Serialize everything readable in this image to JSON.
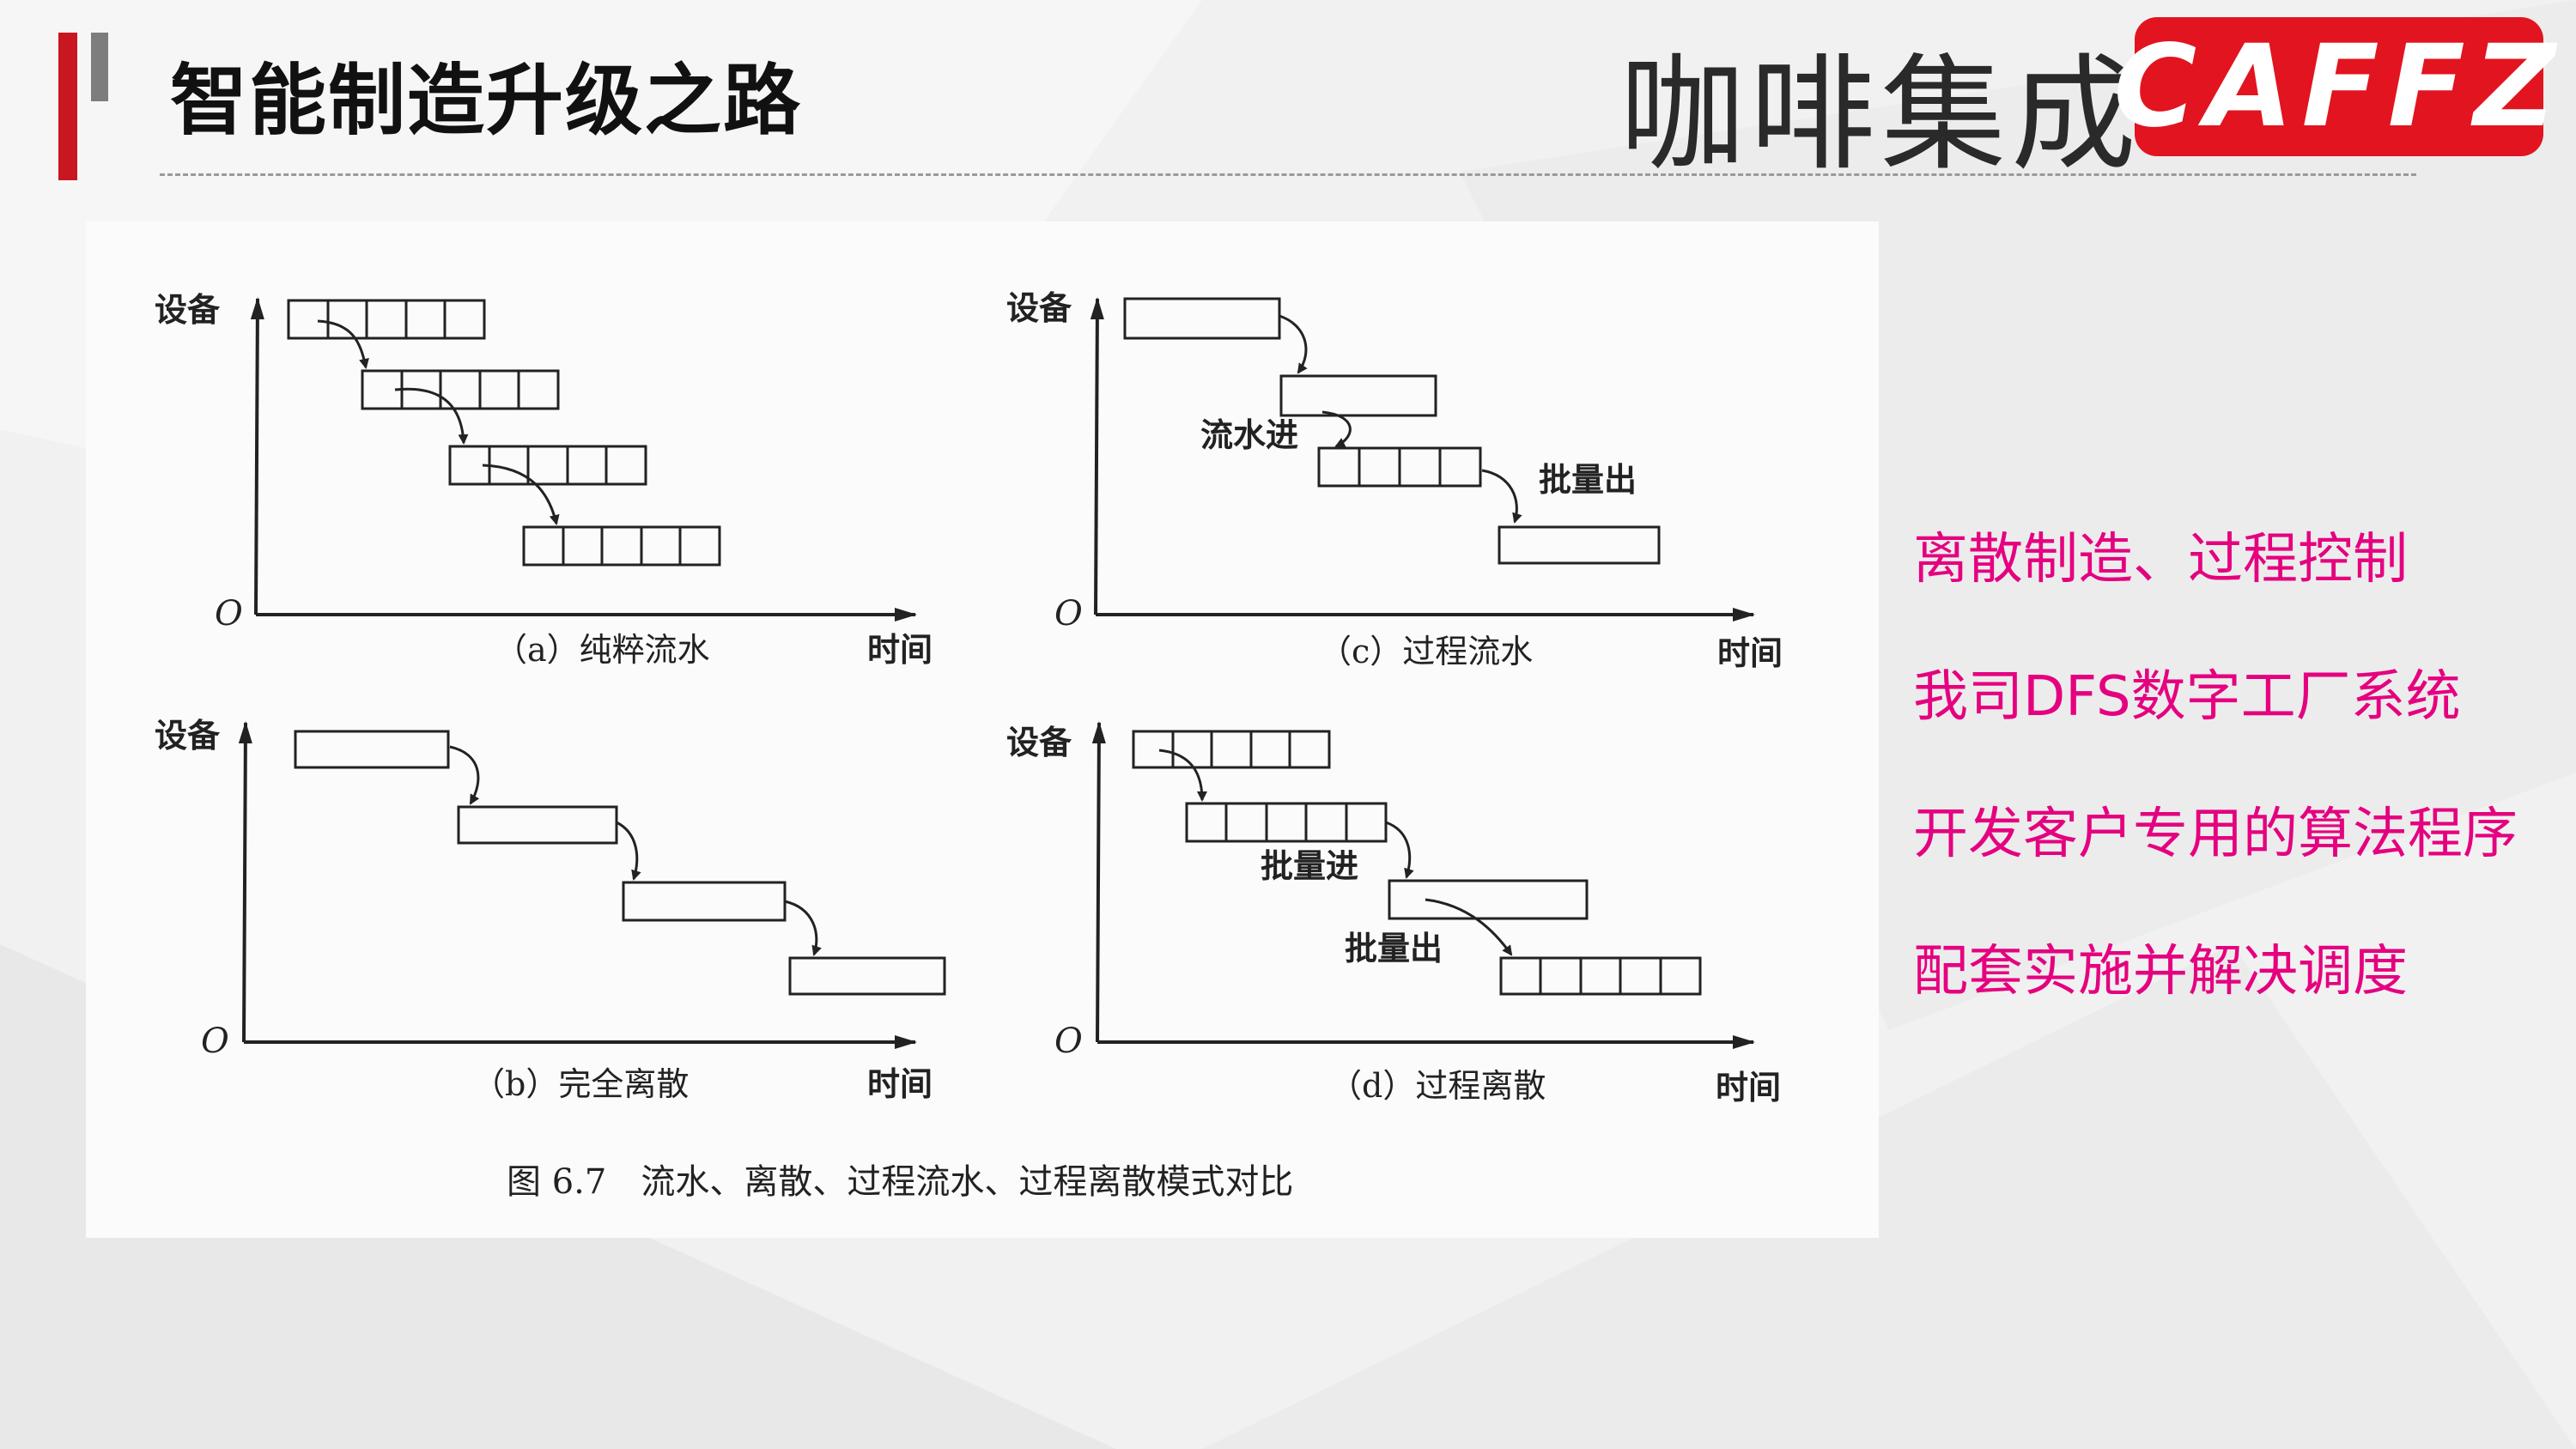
{
  "header": {
    "title": "智能制造升级之路",
    "brand_cn": "咖啡集成",
    "brand_logo": "CAFFZ",
    "accent_color": "#c8171e",
    "logo_color": "#e2141f"
  },
  "figure": {
    "caption": "图 6.7　流水、离散、过程流水、过程离散模式对比",
    "panels": [
      {
        "id": "a",
        "label": "（a）纯粹流水",
        "y_label": "设备",
        "x_label": "时间",
        "origin": "O",
        "annotations": []
      },
      {
        "id": "c",
        "label": "（c）过程流水",
        "y_label": "设备",
        "x_label": "时间",
        "origin": "O",
        "annotations": [
          "流水进",
          "批量出"
        ]
      },
      {
        "id": "b",
        "label": "（b）完全离散",
        "y_label": "设备",
        "x_label": "时间",
        "origin": "O",
        "annotations": []
      },
      {
        "id": "d",
        "label": "（d）过程离散",
        "y_label": "设备",
        "x_label": "时间",
        "origin": "O",
        "annotations": [
          "批量进",
          "批量出"
        ]
      }
    ]
  },
  "bullets": [
    "离散制造、过程控制",
    "我司DFS数字工厂系统",
    "开发客户专用的算法程序",
    "配套实施并解决调度"
  ],
  "bullet_color": "#e5007f"
}
